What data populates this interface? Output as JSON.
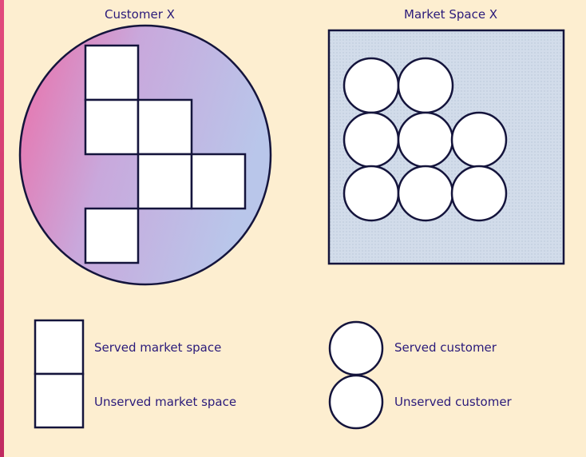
{
  "diagram": {
    "customer_title": "Customer X",
    "market_title": "Market Space X"
  },
  "legend": {
    "served_market_space": "Served market space",
    "unserved_market_space": "Unserved market space",
    "served_customer": "Served customer",
    "unserved_customer": "Unserved customer"
  },
  "colors": {
    "background": "#fdeed0",
    "outline": "#14143c",
    "circle_gradient_start": "#e880b4",
    "circle_gradient_end": "#b8c4e8",
    "square_fill": "#cdd9e8",
    "title_text": "#2a1a7a"
  }
}
